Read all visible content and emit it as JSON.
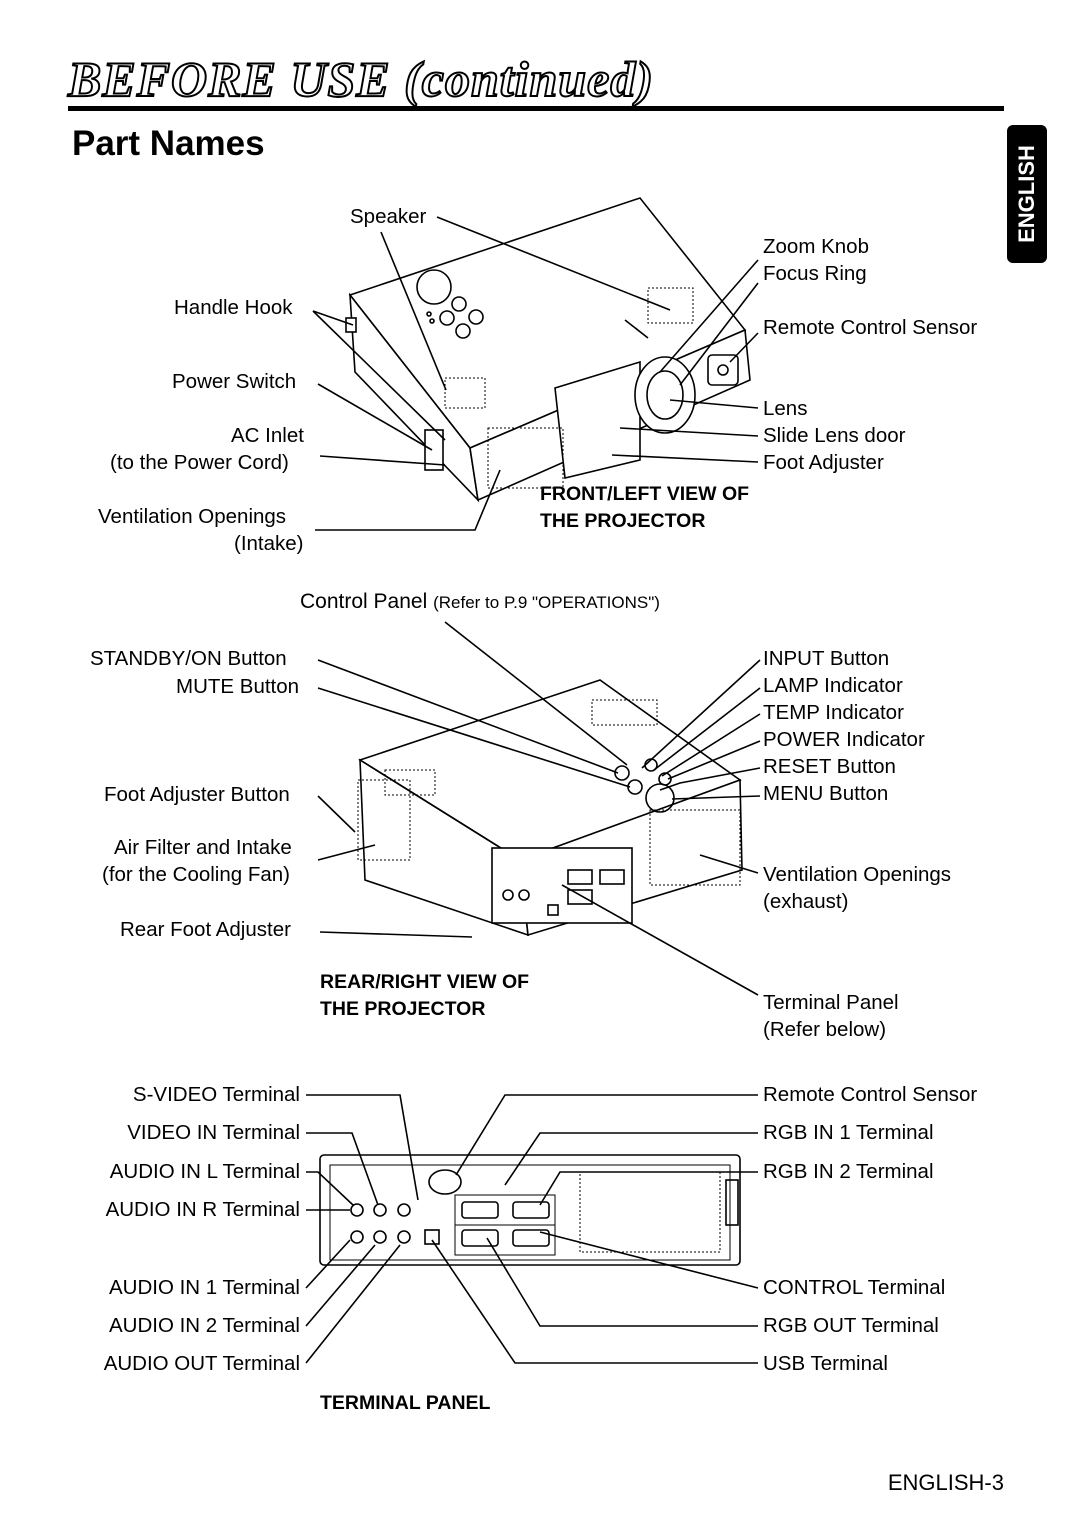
{
  "header": {
    "running_title": "BEFORE USE (continued)",
    "section_title": "Part Names",
    "language_tab": "ENGLISH"
  },
  "front_view": {
    "caption_line1": "FRONT/LEFT VIEW OF",
    "caption_line2": "THE PROJECTOR",
    "left_labels": [
      "Speaker",
      "Handle Hook",
      "Power Switch",
      "AC Inlet",
      "(to the Power Cord)",
      "Ventilation Openings",
      "(Intake)"
    ],
    "right_labels": [
      "Zoom Knob",
      "Focus Ring",
      "Remote Control Sensor",
      "Lens",
      "Slide Lens door",
      "Foot Adjuster"
    ]
  },
  "rear_view": {
    "control_panel_label": "Control Panel",
    "control_panel_ref": "(Refer to P.9 \"OPERATIONS\")",
    "caption_line1": "REAR/RIGHT VIEW OF",
    "caption_line2": "THE PROJECTOR",
    "left_labels": [
      "STANDBY/ON Button",
      "MUTE Button",
      "Foot Adjuster Button",
      "Air Filter and Intake",
      "(for the Cooling Fan)",
      "Rear Foot Adjuster"
    ],
    "right_labels": [
      "INPUT Button",
      "LAMP Indicator",
      "TEMP Indicator",
      "POWER Indicator",
      "RESET Button",
      "MENU Button",
      "Ventilation Openings",
      "(exhaust)",
      "Terminal Panel",
      "(Refer below)"
    ]
  },
  "terminal_panel": {
    "caption": "TERMINAL PANEL",
    "left_labels": [
      "S-VIDEO Terminal",
      "VIDEO IN Terminal",
      "AUDIO IN L Terminal",
      "AUDIO IN R Terminal",
      "AUDIO IN 1 Terminal",
      "AUDIO IN 2 Terminal",
      "AUDIO OUT Terminal"
    ],
    "right_labels": [
      "Remote Control Sensor",
      "RGB IN 1 Terminal",
      "RGB IN 2 Terminal",
      "CONTROL Terminal",
      "RGB OUT Terminal",
      "USB Terminal"
    ]
  },
  "footer": {
    "page_number": "ENGLISH-3"
  }
}
